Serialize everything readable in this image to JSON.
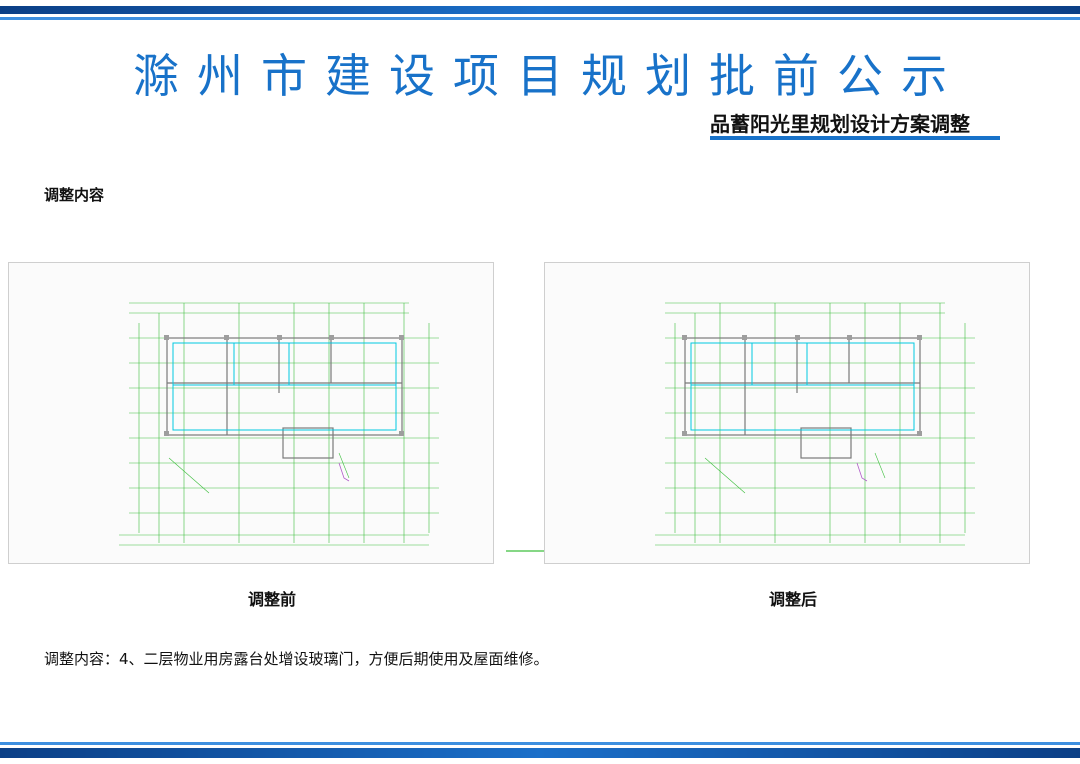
{
  "header": {
    "title": "滁州市建设项目规划批前公示",
    "subtitle": "品蓄阳光里规划设计方案调整"
  },
  "section_label": "调整内容",
  "plans": {
    "before_caption": "调整前",
    "after_caption": "调整后"
  },
  "description": "调整内容：4、二层物业用房露台处增设玻璃门，方便后期使用及屋面维修。",
  "colors": {
    "accent_blue": "#1872c9",
    "band_dark": "#0b3f86",
    "drawing_green": "#3fbf3f",
    "drawing_cyan": "#00c8e0"
  }
}
